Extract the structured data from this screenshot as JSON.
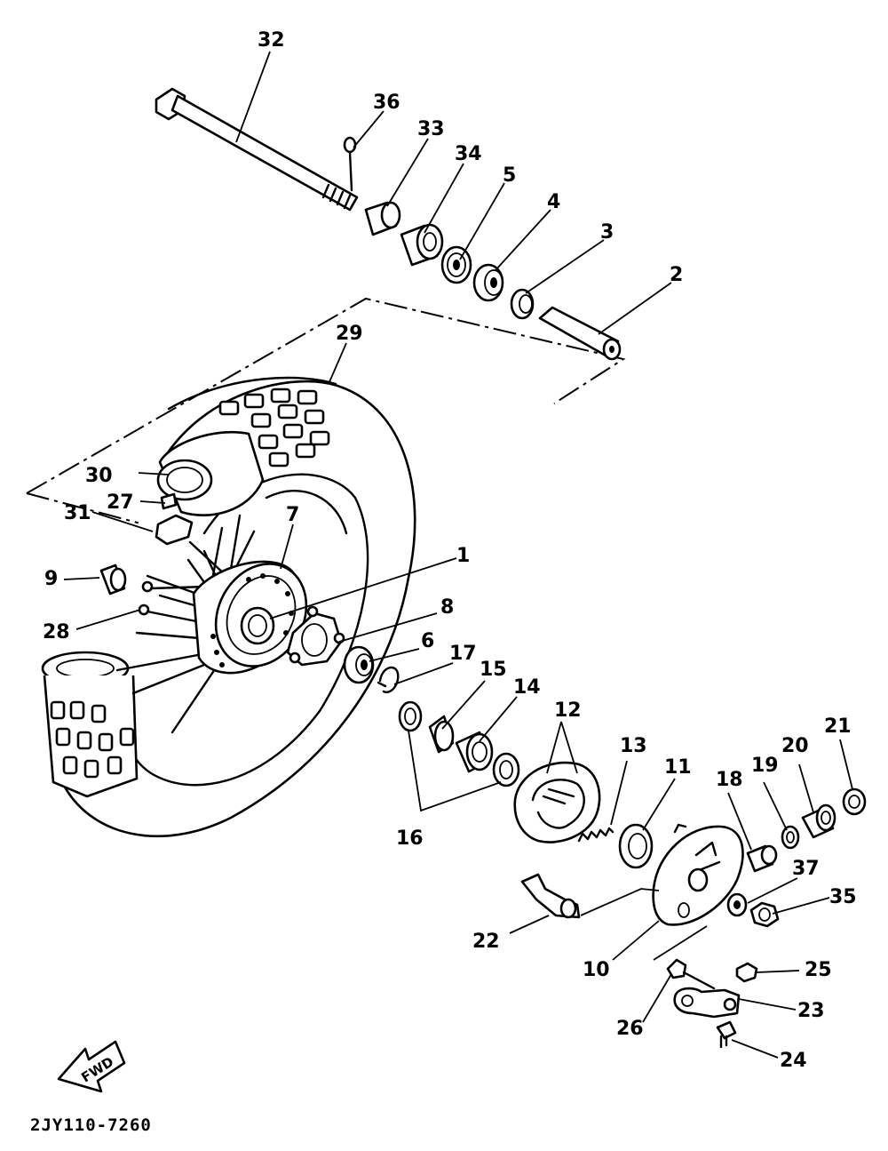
{
  "diagram_code": "2JY110-7260",
  "fwd_label": "FWD",
  "callouts": {
    "c1": "1",
    "c2": "2",
    "c3": "3",
    "c4": "4",
    "c5": "5",
    "c6": "6",
    "c7": "7",
    "c8": "8",
    "c9": "9",
    "c10": "10",
    "c11": "11",
    "c12": "12",
    "c13": "13",
    "c14": "14",
    "c15": "15",
    "c16": "16",
    "c17": "17",
    "c18": "18",
    "c19": "19",
    "c20": "20",
    "c21": "21",
    "c22": "22",
    "c23": "23",
    "c24": "24",
    "c25": "25",
    "c26": "26",
    "c27": "27",
    "c28": "28",
    "c29": "29",
    "c30": "30",
    "c31": "31",
    "c32": "32",
    "c33": "33",
    "c34": "34",
    "c35": "35",
    "c36": "36",
    "c37": "37"
  }
}
